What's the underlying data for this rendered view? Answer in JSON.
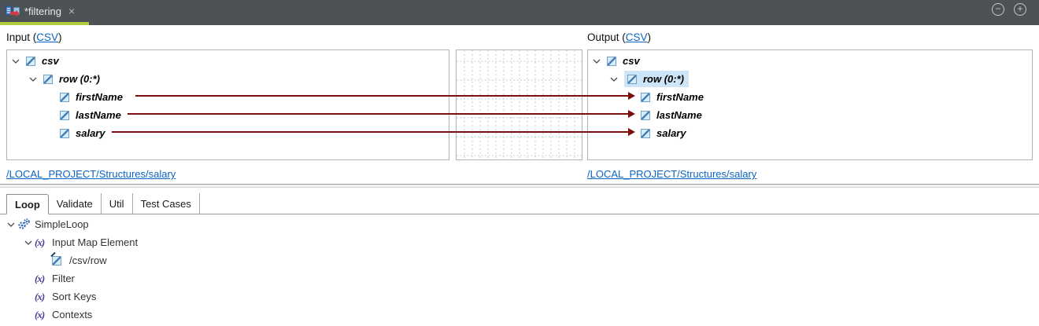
{
  "colors": {
    "topbar_bg": "#4d5257",
    "accent_green": "#b2cc40",
    "mapping_line": "#7d0e0e",
    "link_blue": "#0a64c2",
    "selection_bg": "#cee4f7"
  },
  "topbar": {
    "tab_title": "*filtering",
    "close_icon": "×",
    "minimize_icon": "−",
    "maximize_icon": "+"
  },
  "icons": {
    "variable_icon": "(x)"
  },
  "input_panel": {
    "header_prefix": "Input (",
    "header_link": "CSV",
    "header_suffix": ")",
    "path_link": "/LOCAL_PROJECT/Structures/salary",
    "nodes": [
      {
        "label": "csv"
      },
      {
        "label": "row (0:*)"
      },
      {
        "label": "firstName"
      },
      {
        "label": "lastName"
      },
      {
        "label": "salary"
      }
    ]
  },
  "output_panel": {
    "header_prefix": "Output (",
    "header_link": "CSV",
    "header_suffix": ")",
    "path_link": "/LOCAL_PROJECT/Structures/salary",
    "selected_node": "row (0:*)",
    "nodes": [
      {
        "label": "csv"
      },
      {
        "label": "row (0:*)"
      },
      {
        "label": "firstName"
      },
      {
        "label": "lastName"
      },
      {
        "label": "salary"
      }
    ]
  },
  "mappings": [
    {
      "source": "firstName",
      "target": "firstName"
    },
    {
      "source": "lastName",
      "target": "lastName"
    },
    {
      "source": "salary",
      "target": "salary"
    }
  ],
  "bottom_tabs": [
    {
      "label": "Loop",
      "active": true
    },
    {
      "label": "Validate",
      "active": false
    },
    {
      "label": "Util",
      "active": false
    },
    {
      "label": "Test Cases",
      "active": false
    }
  ],
  "loop_tree": {
    "nodes": [
      {
        "label": "SimpleLoop"
      },
      {
        "label": "Input Map Element"
      },
      {
        "label": "/csv/row"
      },
      {
        "label": "Filter"
      },
      {
        "label": "Sort Keys"
      },
      {
        "label": "Contexts"
      }
    ]
  }
}
